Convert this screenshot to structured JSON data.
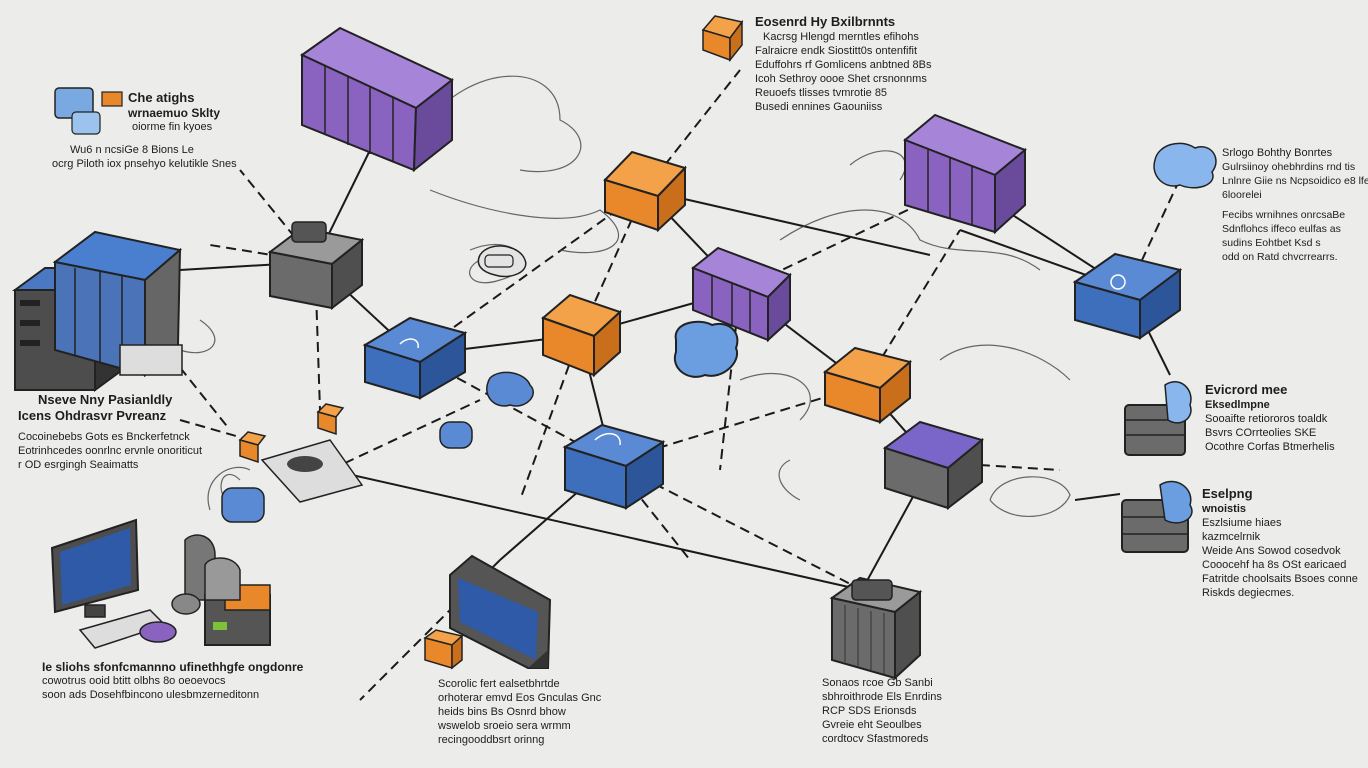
{
  "colors": {
    "background": "#ececeb",
    "blue_node": "#3d6fbd",
    "orange_node": "#e8882a",
    "purple_server": "#8a63c0",
    "gray_node": "#6b6b6b",
    "link": "#1a1a1a"
  },
  "icons": {
    "server_rack": "server-rack-icon",
    "cube_node": "cube-node-icon",
    "monitor": "monitor-icon",
    "workstation": "workstation-icon",
    "storage_stack": "storage-stack-icon",
    "cloud": "cloud-icon"
  },
  "labels": {
    "top_left": {
      "title": "Che atighs",
      "lines": [
        "wrnaemuo Sklty",
        "oiorme fin kyoes",
        "Wu6 n ncsiGe 8 Bions Le",
        "ocrg Piloth iox pnsehyo kelutikle Snes"
      ]
    },
    "top_center": {
      "title": "Eosenrd Hy Bxilbrnnts",
      "lines": [
        "Kacrsg Hlengd merntles efihohs",
        "Falraicre endk Siostitt0s ontenfifit",
        "Eduffohrs rf Gomlicens anbtned 8Bs",
        "Icoh Sethroy oooe Shet crsnonnms",
        "Reuoefs tlisses tvmrotie 85",
        "Busedi ennines Gaouniiss"
      ]
    },
    "top_right": {
      "title": "Srlogo Bohthy Bonrtes",
      "lines": [
        "Gulrsiinoy ohebhrdins rnd tis",
        "Lnlnre Giie ns Ncpsoidico e8 lfe",
        "6loorelei",
        "Fecibs wrnihnes onrcsaBe",
        "Sdnflohcs iffeco eulfas as",
        "sudins Eohtbet Ksd s",
        "odd on Ratd chvcrrearrs."
      ]
    },
    "mid_left": {
      "title": "Nseve Nny Pasianldly",
      "lines": [
        "Icens Ohdrasvr Pvreanz",
        "Cocoinebebs Gots es Bnckerfetnck",
        "Eotrinhcedes oonrlnc ervnle onoriticut",
        "r OD esrgingh Seaimatts"
      ]
    },
    "right_mid": {
      "title": "Evicrord mee",
      "lines": [
        "Eksedlmpne",
        "Sooaifte retiororos toaldk",
        "Bsvrs COrrteolies SKE",
        "Ocothre Corfas Btmerhelis"
      ]
    },
    "right_low": {
      "title": "Eselpng",
      "lines": [
        "wnoistis",
        "Eszlsiume hiaes",
        "kazmcelrnik",
        "Weide Ans Sowod cosedvok",
        "Cooocehf ha 8s OSt earicaed",
        "Fatritde choolsaits Bsoes conne",
        "Riskds degiecmes."
      ]
    },
    "bottom_left": {
      "title": "Ie sliohs sfonfcmannno ufinethhgfe ongdonre",
      "lines": [
        "cowotrus ooid btitt olbhs 8o oeoevocs",
        "soon ads Dosehfbincono ulesbmzerneditonn"
      ]
    },
    "bottom_center": {
      "title": "Scorolic fert ealsetbhrtde",
      "lines": [
        "orhoterar emvd Eos Gnculas Gnc",
        "heids bins Bs Osnrd bhow",
        "wswelob sroeio sera wrmm",
        "recingooddbsrt orinng"
      ]
    },
    "bottom_right": {
      "title": "Sonaos rcoe  Gb Sanbi",
      "lines": [
        "sbhroithrode Els Enrdins",
        "RCP SDS Erionsds",
        "Gvreie eht Seoulbes",
        "cordtocv Sfastmoreds"
      ]
    }
  }
}
